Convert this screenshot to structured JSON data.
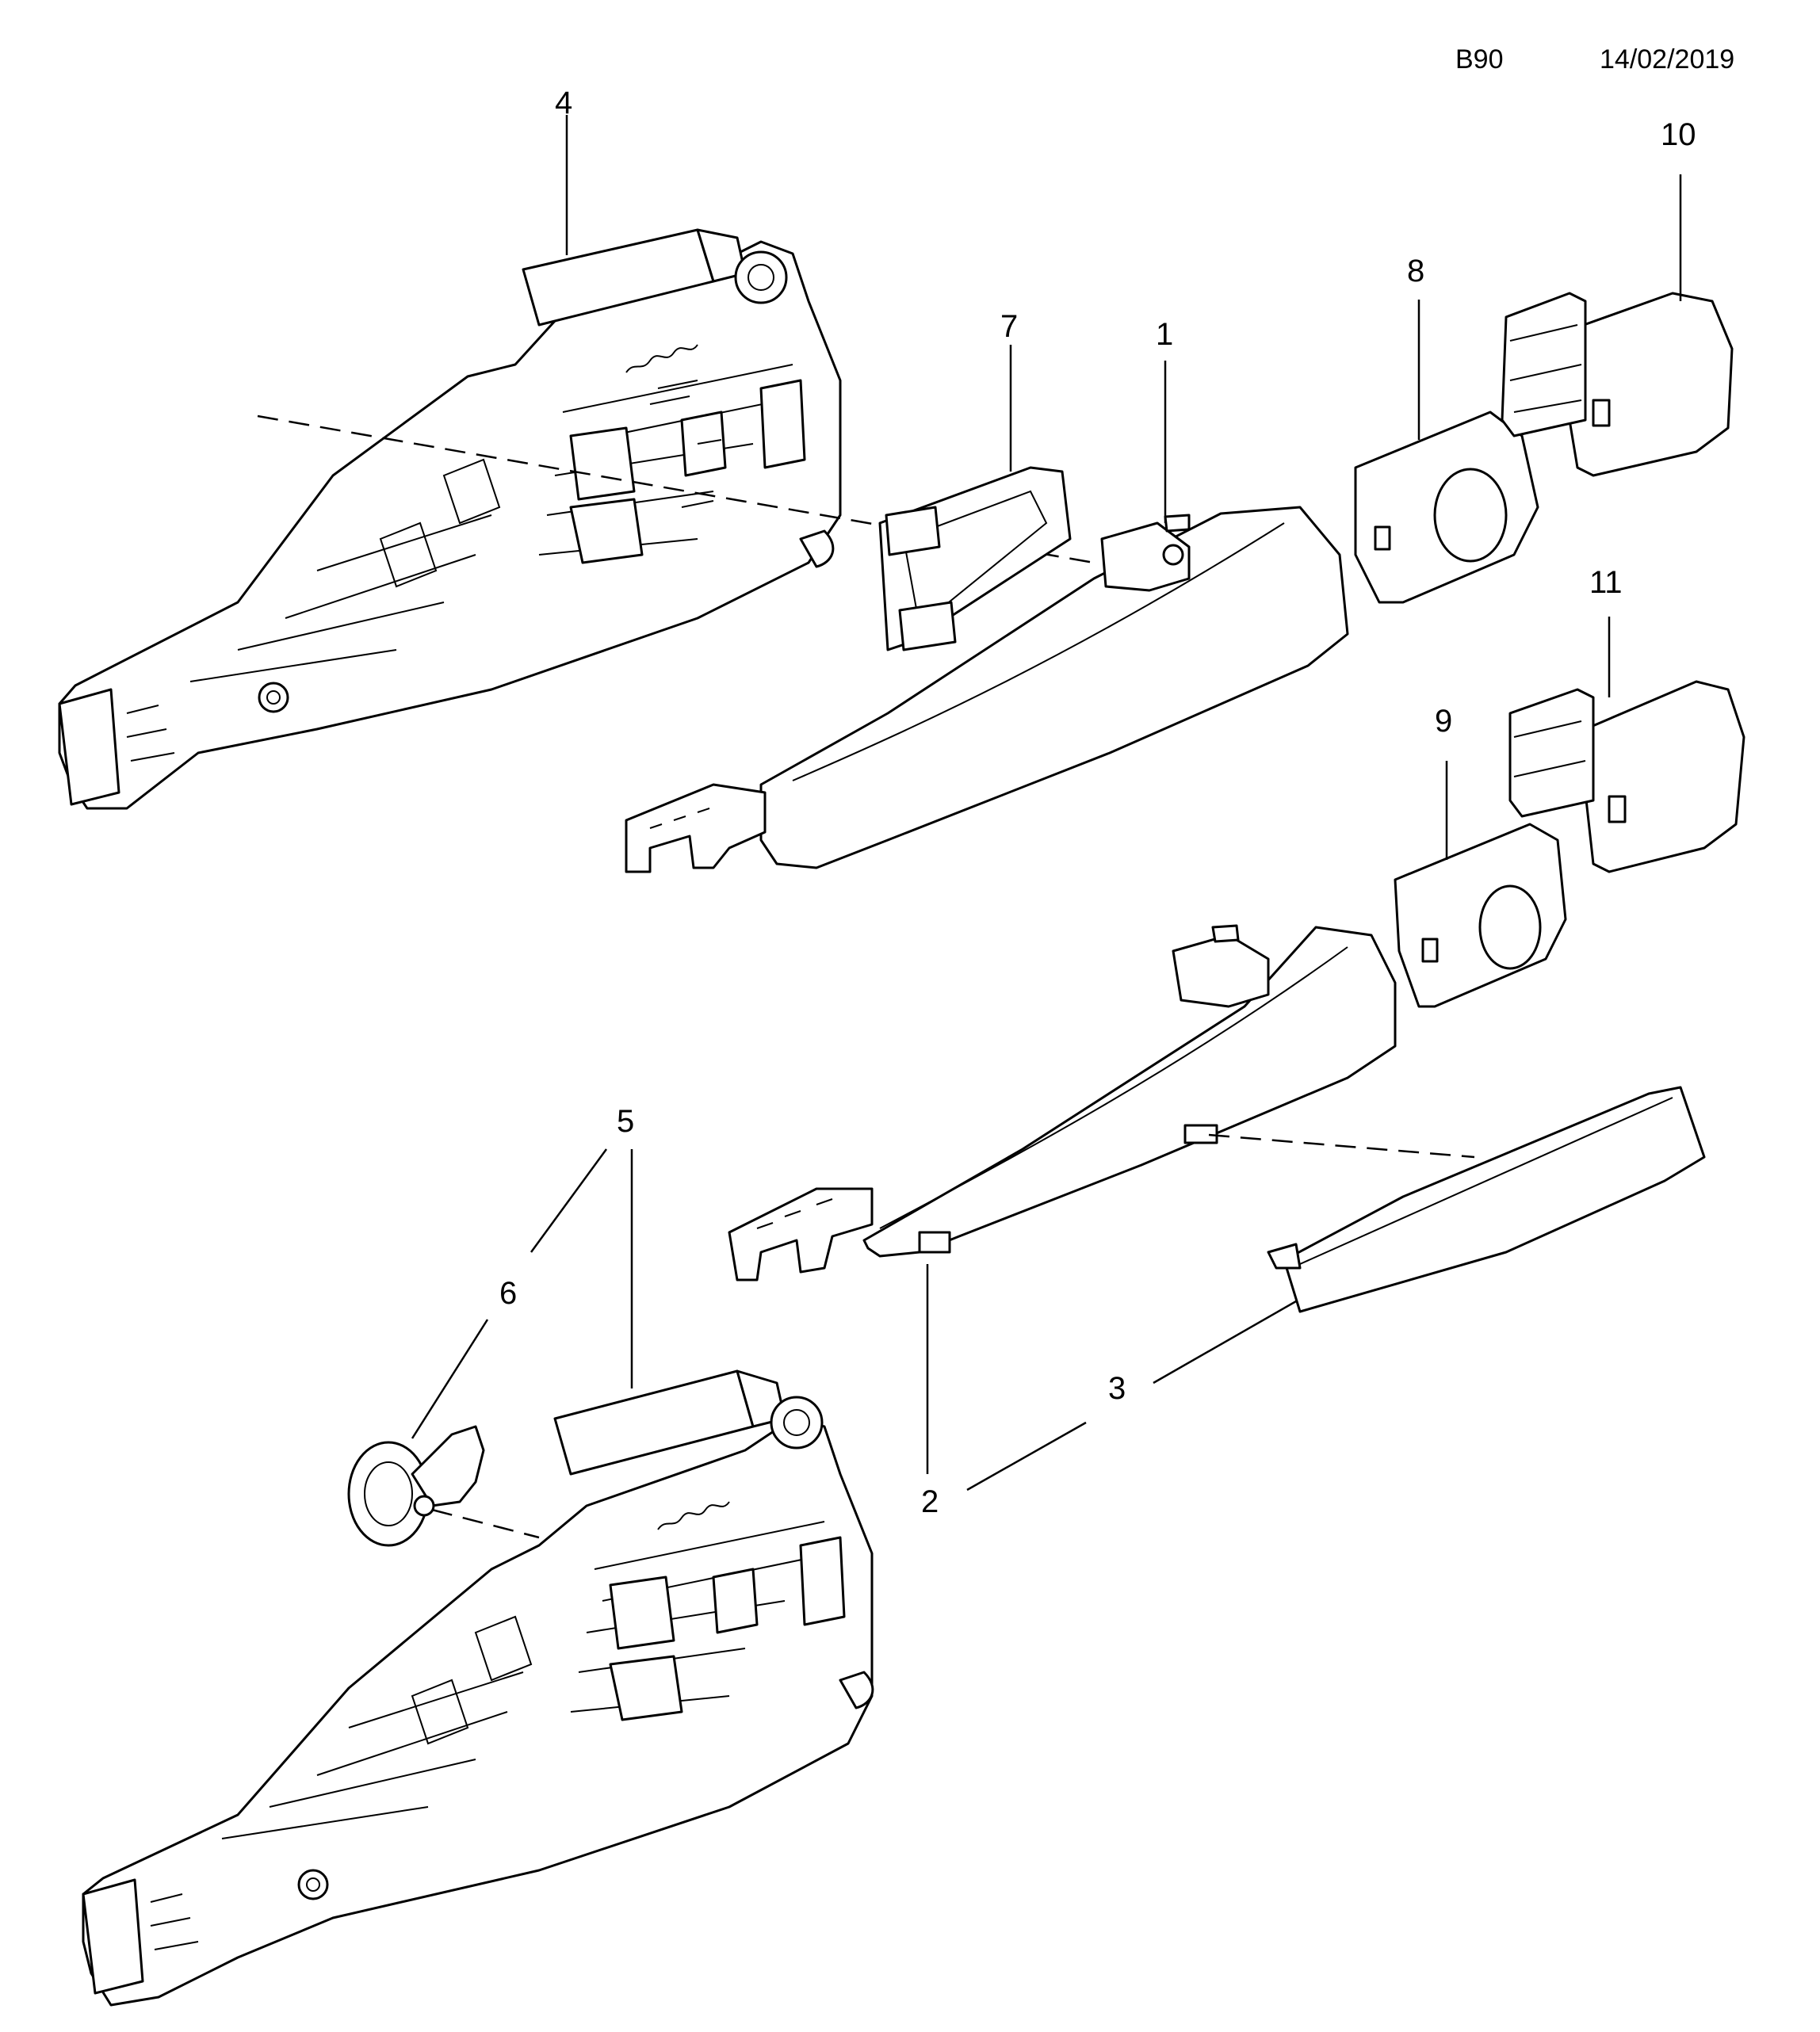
{
  "header": {
    "code": "B90",
    "date": "14/02/2019"
  },
  "callouts": {
    "c1": "1",
    "c2": "2",
    "c3": "3",
    "c4": "4",
    "c5": "5",
    "c6": "6",
    "c7": "7",
    "c8": "8",
    "c9": "9",
    "c10": "10",
    "c11": "11"
  }
}
